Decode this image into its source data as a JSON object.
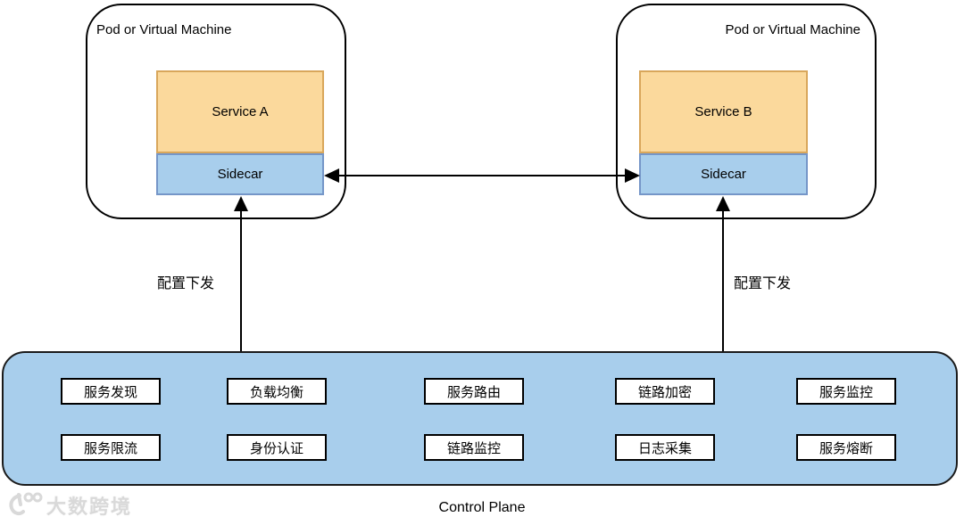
{
  "pods": [
    {
      "label": "Pod or Virtual Machine",
      "service_label": "Service A",
      "sidecar_label": "Sidecar"
    },
    {
      "label": "Pod or Virtual Machine",
      "service_label": "Service B",
      "sidecar_label": "Sidecar"
    }
  ],
  "arrows": {
    "sidecar_link": "bidirectional-horizontal",
    "config_push_left_label": "配置下发",
    "config_push_right_label": "配置下发"
  },
  "control_plane": {
    "label": "Control Plane",
    "rows": [
      [
        "服务发现",
        "负载均衡",
        "服务路由",
        "链路加密",
        "服务监控"
      ],
      [
        "服务限流",
        "身份认证",
        "链路监控",
        "日志采集",
        "服务熔断"
      ]
    ]
  },
  "watermark": {
    "logo": "100",
    "text": "大数跨境"
  },
  "colors": {
    "service_fill": "#fbd99c",
    "service_border": "#d9a75b",
    "sidecar_fill": "#a8ceec",
    "sidecar_border": "#7596c8",
    "control_plane_fill": "#a8ceec",
    "line": "#000000"
  }
}
